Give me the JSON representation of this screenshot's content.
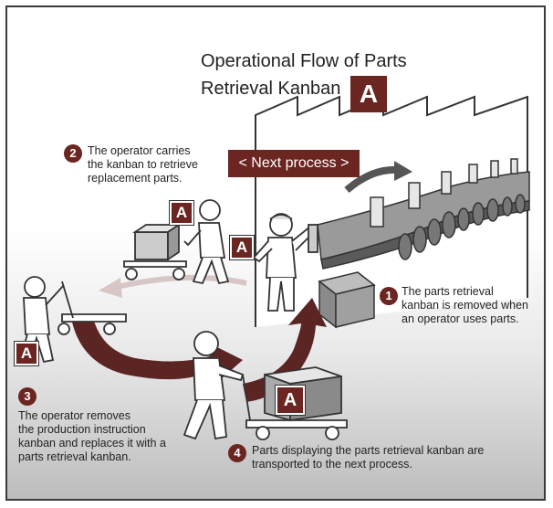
{
  "title": {
    "line1": "Operational Flow of Parts",
    "line2": "Retrieval Kanban",
    "badge": "A"
  },
  "next_process_label": "< Next process >",
  "steps": [
    {
      "number": "1",
      "lines": [
        "The parts retrieval",
        "kanban is removed when",
        "an operator uses parts."
      ]
    },
    {
      "number": "2",
      "lines": [
        "The operator carries",
        "the kanban to retrieve",
        "replacement parts."
      ]
    },
    {
      "number": "3",
      "lines": [
        "The operator removes",
        "the production instruction",
        "kanban and replaces it with a",
        "parts retrieval kanban."
      ]
    },
    {
      "number": "4",
      "lines": [
        "Parts displaying the parts retrieval kanban are",
        "transported to the next  process."
      ]
    }
  ],
  "kanban_letter": "A",
  "colors": {
    "accent": "#6b2622",
    "arrow": "#5a2523",
    "outline": "#333333",
    "figure_fill": "#ffffff"
  }
}
